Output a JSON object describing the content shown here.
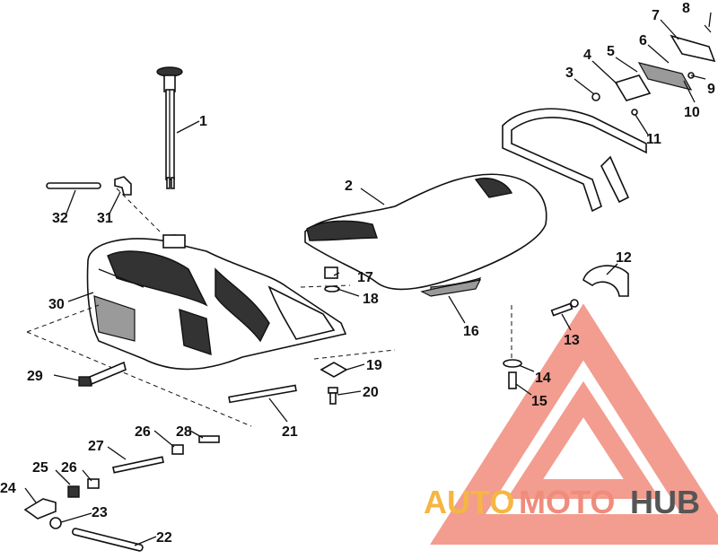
{
  "callouts": [
    {
      "id": "1",
      "label": "1"
    },
    {
      "id": "2",
      "label": "2"
    },
    {
      "id": "3",
      "label": "3"
    },
    {
      "id": "4",
      "label": "4"
    },
    {
      "id": "5",
      "label": "5"
    },
    {
      "id": "6",
      "label": "6"
    },
    {
      "id": "7",
      "label": "7"
    },
    {
      "id": "8",
      "label": "8"
    },
    {
      "id": "9",
      "label": "9"
    },
    {
      "id": "10",
      "label": "10"
    },
    {
      "id": "11",
      "label": "11"
    },
    {
      "id": "12",
      "label": "12"
    },
    {
      "id": "13",
      "label": "13"
    },
    {
      "id": "14",
      "label": "14"
    },
    {
      "id": "15",
      "label": "15"
    },
    {
      "id": "16",
      "label": "16"
    },
    {
      "id": "17",
      "label": "17"
    },
    {
      "id": "18",
      "label": "18"
    },
    {
      "id": "19",
      "label": "19"
    },
    {
      "id": "20",
      "label": "20"
    },
    {
      "id": "21",
      "label": "21"
    },
    {
      "id": "22",
      "label": "22"
    },
    {
      "id": "23",
      "label": "23"
    },
    {
      "id": "24",
      "label": "24"
    },
    {
      "id": "25",
      "label": "25"
    },
    {
      "id": "26a",
      "label": "26"
    },
    {
      "id": "26b",
      "label": "26"
    },
    {
      "id": "27",
      "label": "27"
    },
    {
      "id": "28",
      "label": "28"
    },
    {
      "id": "29",
      "label": "29"
    },
    {
      "id": "30",
      "label": "30"
    },
    {
      "id": "31",
      "label": "31"
    },
    {
      "id": "32",
      "label": "32"
    }
  ],
  "watermark": {
    "part1": "AUTO",
    "part2": "MOTO",
    "part3": "HUB",
    "color_primary": "#f08c7c",
    "color_secondary": "#f5b642",
    "color_dark": "#555555"
  }
}
